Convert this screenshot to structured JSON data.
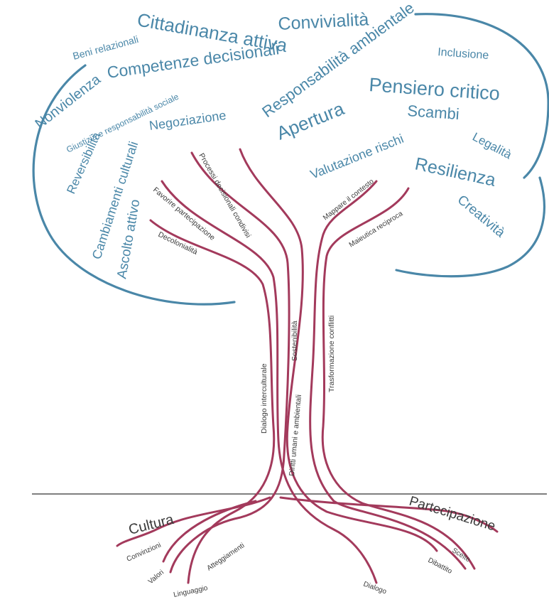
{
  "colors": {
    "crown": "#4a87a8",
    "trunk": "#a33a5c",
    "text": "#3a3a3a"
  },
  "crown_words": {
    "cittadinanza_attiva": "Cittadinanza attiva",
    "convivialita": "Convivialità",
    "beni_relazionali": "Beni relazionali",
    "competenze_decisionali": "Competenze decisionali",
    "responsabilita_ambientale": "Responsabilità ambientale",
    "inclusione": "Inclusione",
    "nonviolenza": "Nonviolenza",
    "giustizia": "Giustizia e responsabilità sociale",
    "pensiero_critico": "Pensiero critico",
    "negoziazione": "Negoziazione",
    "apertura": "Apertura",
    "scambi": "Scambi",
    "reversibilita": "Reversibilità",
    "legalita": "Legalità",
    "valutazione_rischi": "Valutazione rischi",
    "cambiamenti_culturali": "Cambiamenti culturali",
    "resilienza": "Resilienza",
    "ascolto_attivo": "Ascolto attivo",
    "creativita": "Creatività"
  },
  "branch_words": {
    "processi": "Processi decisionali condivisi",
    "favorire": "Favorire partecipazione",
    "decolonialita": "Decolonialità",
    "mappare": "Mappare il contesto",
    "maieutica": "Maieutica reciproca",
    "sostenibilita": "Sostenibilità",
    "trasformazione": "Trasformazione conflitti",
    "dialogo_interculturale": "Dialogo interculturale",
    "diritti": "Diritti umani e ambientali"
  },
  "root_words": {
    "cultura": "Cultura",
    "partecipazione": "Partecipazione",
    "convinzioni": "Convinzioni",
    "valori": "Valori",
    "atteggiamenti": "Atteggiamenti",
    "linguaggio": "Linguaggio",
    "scelte": "Scelte",
    "dibattito": "Dibattito",
    "dialogo": "Dialogo"
  }
}
